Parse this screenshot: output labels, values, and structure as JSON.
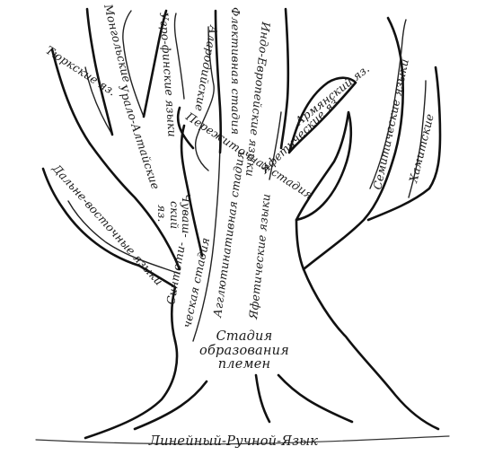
{
  "diagram": {
    "labels": {
      "turkic": "Тюркские яз.",
      "mongolian": "Монгольские",
      "finno_ugric": "Угро-финские языки",
      "ural_altaic": "Урало-Алтайские",
      "far_eastern": "Дальне-восточные языки",
      "chuvash": "Чуваш-",
      "chuvash_2": "ский",
      "chuvash_3": "яз.",
      "alarodian": "Алародийские",
      "inflective_stage": "Флективная стадия",
      "indo_european": "Индо-Европейские языки",
      "survival_stage": "Пережиточная стадия",
      "armenian": "Армянский яз.",
      "japhetic_branch": "Яфетические яз.",
      "semitic": "Семитические языки",
      "hamitic": "Хамитские",
      "synthetic_stage_1": "Синтети-",
      "synthetic_stage_2": "ческая стадия",
      "agglutinative_stage": "Агглютинативная стадия",
      "japhetic_languages": "Яфетические языки",
      "tribe_formation_1": "Стадия",
      "tribe_formation_2": "образования",
      "tribe_formation_3": "племен",
      "root_caption": "Линейный-Ручной-Язык"
    }
  }
}
